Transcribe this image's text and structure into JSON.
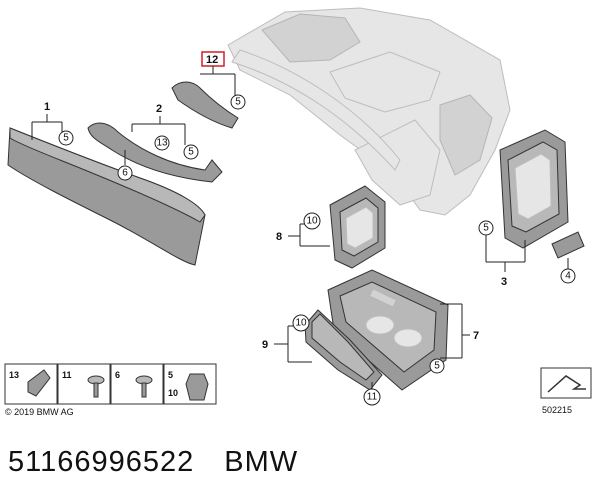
{
  "diagram": {
    "part_labels": {
      "p1": "1",
      "p2": "2",
      "p3": "3",
      "p7": "7",
      "p8": "8",
      "p9": "9",
      "p12": "12"
    },
    "callouts": {
      "c5a": "5",
      "c5b": "5",
      "c5c": "5",
      "c5d": "5",
      "c5e": "5",
      "c6": "6",
      "c10a": "10",
      "c10b": "10",
      "c11": "11",
      "c13": "13"
    },
    "legend": {
      "items": [
        {
          "num": "13"
        },
        {
          "num": "11"
        },
        {
          "num": "6"
        },
        {
          "num": "5",
          "num2": "10"
        }
      ]
    },
    "copyright": "© 2019 BMW AG",
    "diagram_id": "502215",
    "highlight_color": "#d0202a"
  },
  "footer": {
    "part_number": "51166996522",
    "brand": "BMW"
  }
}
